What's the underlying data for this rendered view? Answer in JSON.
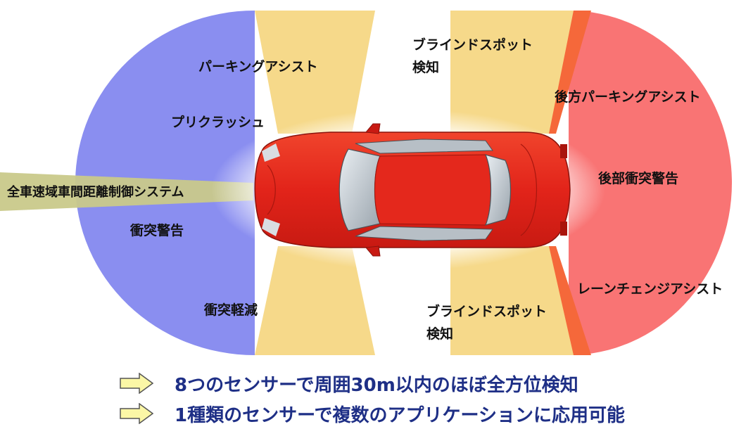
{
  "labels": {
    "parking_assist": "パーキングアシスト",
    "pre_crash": "プリクラッシュ",
    "acc": "全車速域車間距離制御システム",
    "collision_warning": "衝突警告",
    "collision_mitigation": "衝突軽減",
    "blind_spot_top_line1": "ブラインドスポット",
    "blind_spot_top_line2": "検知",
    "blind_spot_bottom_line1": "ブラインドスポット",
    "blind_spot_bottom_line2": "検知",
    "rear_parking_assist": "後方パーキングアシスト",
    "rear_collision_warning": "後部衝突警告",
    "lane_change_assist": "レーンチェンジアシスト"
  },
  "bullets": [
    "8つのセンサーで周囲30m以内のほぼ全方位検知",
    "1種類のセンサーで複数のアプリケーションに応用可能"
  ],
  "colors": {
    "front_zone": "#8a8ef0",
    "rear_zone": "#f97474",
    "side_zone": "#f6d98a",
    "acc_beam": "#c9c98a",
    "lane_change_band": "#f5683a",
    "car_body": "#e8281a",
    "bullet_text": "#1e2f86",
    "bullet_arrow": "#fbf7a6"
  },
  "icons": [
    "bullet-arrow-icon",
    "car-top-view-icon"
  ]
}
